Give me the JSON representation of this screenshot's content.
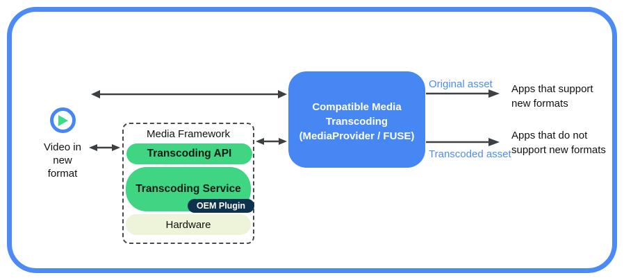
{
  "colors": {
    "blue": "#4687f4",
    "border_blue": "#4c8bf5",
    "label_blue": "#4d8df5",
    "green": "#3fd583",
    "navy": "#0e314e",
    "cream": "#eef4d9",
    "arrow_gray": "#3c4043",
    "dash_gray": "#4a4a4a"
  },
  "source": {
    "icon": "play-icon",
    "label": "Video in new format"
  },
  "framework": {
    "title": "Media Framework",
    "layers": {
      "api": {
        "label": "Transcoding API"
      },
      "service": {
        "label": "Transcoding Service",
        "plugin_label": "OEM Plugin"
      },
      "hardware": {
        "label": "Hardware"
      }
    }
  },
  "transcoder": {
    "title": "Compatible Media Transcoding",
    "subtitle": "(MediaProvider / FUSE)"
  },
  "outputs": {
    "original": {
      "flow_label": "Original asset",
      "target_label": "Apps that support new formats"
    },
    "transcoded": {
      "flow_label": "Transcoded asset",
      "target_label": "Apps that do not support new formats"
    }
  }
}
